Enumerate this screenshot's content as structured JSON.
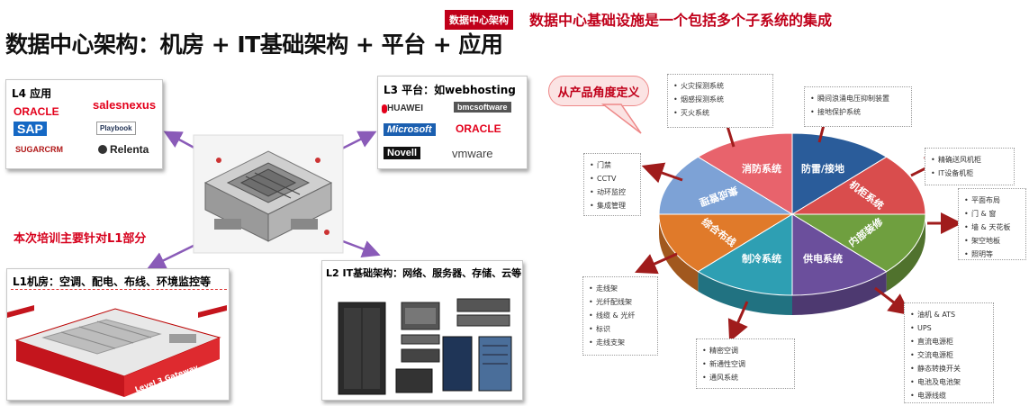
{
  "header": {
    "main_title": "数据中心架构：机房 + IT基础架构 + 平台 + 应用",
    "tag": "数据中心架构",
    "subtitle": "数据中心基础设施是一个包括多个子系统的集成"
  },
  "left": {
    "l4": {
      "title": "L4 应用",
      "logos": [
        "ORACLE",
        "salesnexus",
        "SAP",
        "Playbook",
        "SUGARCRM",
        "Relenta"
      ]
    },
    "l3": {
      "title": "L3 平台：如webhosting",
      "logos": [
        "HUAWEI",
        "bmcsoftware",
        "Microsoft",
        "ORACLE",
        "Novell",
        "vmware"
      ]
    },
    "l1": {
      "title": "L1机房：空调、配电、布线、环境监控等",
      "labels": [
        "Level 3 Gateway"
      ]
    },
    "l2": {
      "title": "L2 IT基础架构：网络、服务器、存储、云等"
    },
    "note": "本次培训主要针对L1部分"
  },
  "right": {
    "product_label": "从产品角度定义",
    "segments": [
      "消防系统",
      "防雷/接地",
      "机柜系统",
      "内部装修",
      "供电系统",
      "制冷系统",
      "综合布线",
      "集成管理"
    ],
    "lists": {
      "fire": [
        "火灾探测系统",
        "烟感探测系统",
        "灭火系统"
      ],
      "lightning": [
        "瞬间浪涌电压抑制装置",
        "接地保护系统"
      ],
      "cabinet": [
        "精确送风机柜",
        "IT设备机柜"
      ],
      "decoration": [
        "平面布局",
        "门 & 窗",
        "墙 & 天花板",
        "架空地板",
        "照明等"
      ],
      "power": [
        "油机 & ATS",
        "UPS",
        "直流电源柜",
        "交流电源柜",
        "静态转换开关",
        "电池及电池架",
        "电源线缆"
      ],
      "cooling": [
        "精密空调",
        "新通性空调",
        "通风系统"
      ],
      "cabling": [
        "走线架",
        "光纤配线架",
        "线缆 & 光纤",
        "标识",
        "走线支架"
      ],
      "management": [
        "门禁",
        "CCTV",
        "动环监控",
        "集成管理"
      ]
    }
  },
  "colors": {
    "accent": "#c0001a",
    "arrow_left": "#8a5bb8",
    "arrow_right": "#a01c1c",
    "fire": "#e8636c",
    "lightning": "#2a5c9a",
    "cabinet": "#d94d4d",
    "decoration": "#6f9f3f",
    "power": "#6b4f9c",
    "cooling": "#2e9fb3",
    "cabling": "#e07a2a",
    "management": "#7da2d6"
  }
}
